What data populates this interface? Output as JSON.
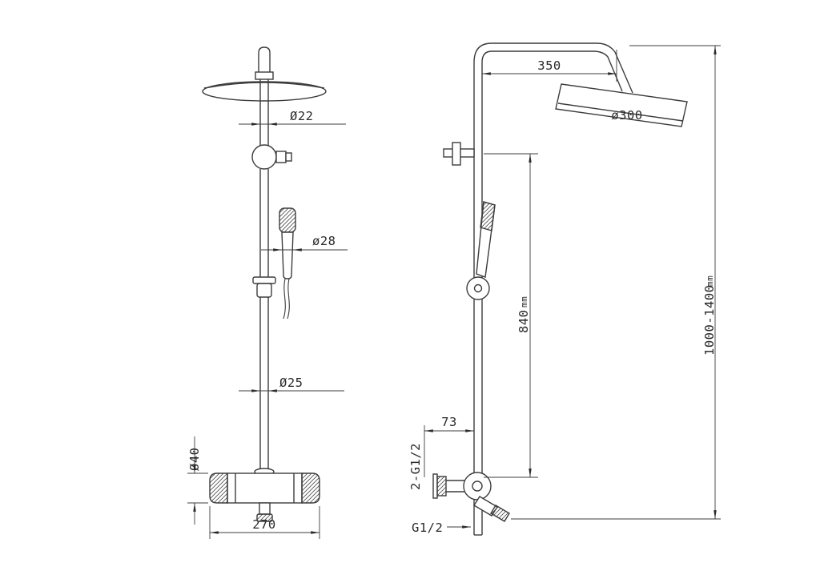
{
  "drawing": {
    "type": "technical-drawing",
    "subject": "shower-column-two-views"
  },
  "colors": {
    "line": "#3c3c3c",
    "dimension_line": "#3c3c3c",
    "text": "#2a2a2a",
    "background": "#ffffff"
  },
  "left_view": {
    "dim_head_stem": "Ø22",
    "dim_handshower": "ø28",
    "dim_rail": "Ø25",
    "dim_valve_body": "Ø40",
    "dim_valve_width": "270"
  },
  "right_view": {
    "dim_arm_length": "350",
    "dim_head_diameter": "ø300",
    "dim_rail_height": "840",
    "dim_rail_height_unit": "mm",
    "dim_overall_height": "1000-1400",
    "dim_overall_height_unit": "mm",
    "dim_wall_offset": "73",
    "dim_inlet_thread": "2-G1/2",
    "dim_outlet_thread": "G1/2"
  }
}
